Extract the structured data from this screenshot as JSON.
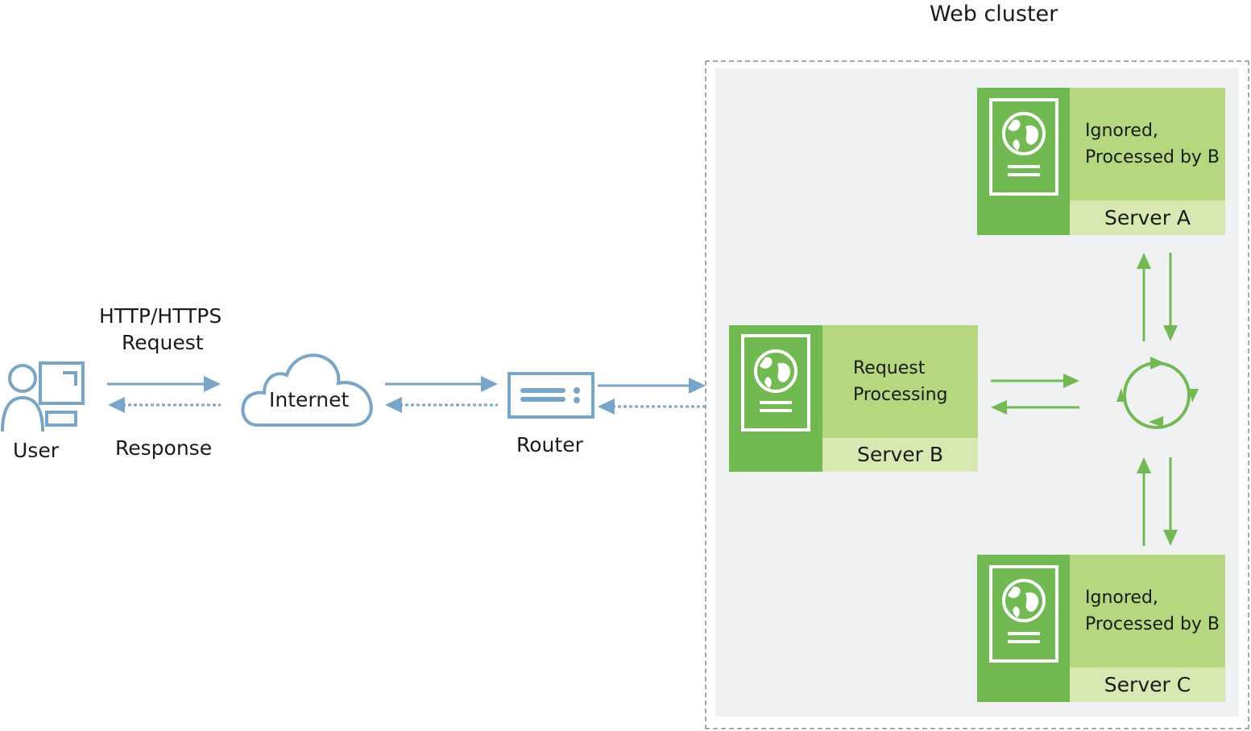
{
  "labels": {
    "cluster_title": "Web cluster",
    "user": "User",
    "request_line1": "HTTP/HTTPS",
    "request_line2": "Request",
    "response": "Response",
    "internet": "Internet",
    "router": "Router"
  },
  "servers": [
    {
      "name": "Server A",
      "desc_line1": "Ignored,",
      "desc_line2": "Processed by B"
    },
    {
      "name": "Server B",
      "desc_line1": "Request",
      "desc_line2": "Processing"
    },
    {
      "name": "Server C",
      "desc_line1": "Ignored,",
      "desc_line2": "Processed by B"
    }
  ],
  "colors": {
    "blue": "#78a6cb",
    "green_dark": "#71ba52",
    "green_mid": "#b5d77d",
    "green_light": "#d7e9b0",
    "cluster_bg": "#f0f1f3"
  },
  "icons": [
    "user-computer-icon",
    "cloud-icon",
    "router-icon",
    "web-server-icon",
    "sync-cycle-icon"
  ]
}
